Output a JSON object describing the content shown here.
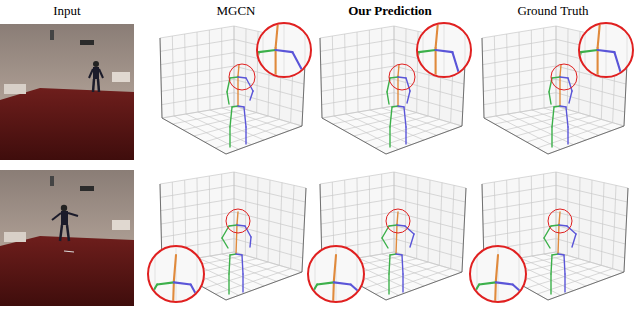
{
  "diagram": {
    "labels": [
      "Input",
      "MGCN",
      "Our Prediction",
      "Ground Truth"
    ]
  }
}
